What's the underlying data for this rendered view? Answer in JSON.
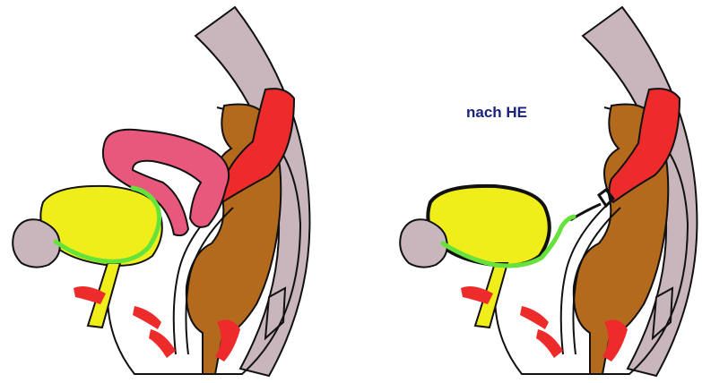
{
  "caption": "nach HE",
  "colors": {
    "sacrum": "#c8b6bc",
    "pubic_bone": "#c8b6bc",
    "bladder": "#f0ee1a",
    "urethra": "#f0ee1a",
    "uterus": "#e8587c",
    "upper_vagina": "#ee2b2b",
    "rectum": "#b46a1d",
    "pelvic_floor": "#ee2b2b",
    "fascia": "#66e33a",
    "outline": "#111111",
    "caption": "#1a237e"
  },
  "icons": [
    "sacrum-shape",
    "pubic-bone-shape",
    "bladder-shape",
    "urethra-shape",
    "uterus-shape",
    "vagina-shape",
    "rectum-shape",
    "fascia-line"
  ]
}
